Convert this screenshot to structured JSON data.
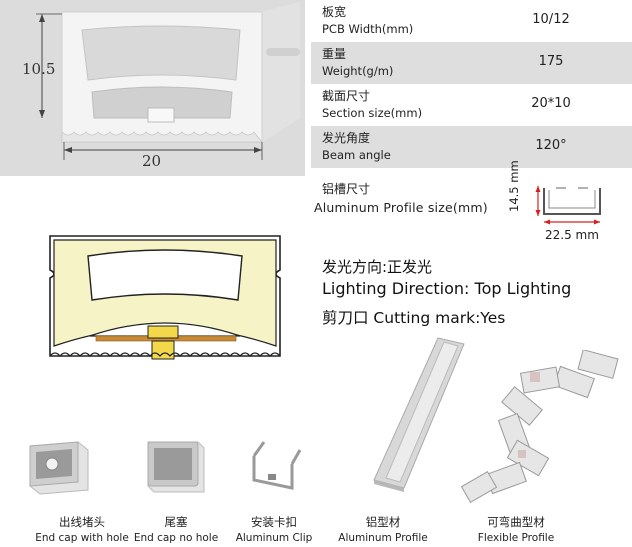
{
  "render": {
    "dim_height": "10.5",
    "dim_width": "20"
  },
  "specs": [
    {
      "cn": "板宽",
      "en": "PCB Width(mm)",
      "value": "10/12",
      "shaded": false
    },
    {
      "cn": "重量",
      "en": "Weight(g/m)",
      "value": "175",
      "shaded": true
    },
    {
      "cn": "截面尺寸",
      "en": "Section size(mm)",
      "value": "20*10",
      "shaded": false
    },
    {
      "cn": "发光角度",
      "en": "Beam angle",
      "value": "120°",
      "shaded": true
    }
  ],
  "aluminum": {
    "cn": "铝槽尺寸",
    "en": "Aluminum Profile size(mm)",
    "dim_height": "14.5 mm",
    "dim_width": "22.5 mm"
  },
  "lighting": {
    "line1": "发光方向:正发光",
    "line2": "Lighting Direction: Top Lighting",
    "line3": "剪刀口 Cutting mark:Yes"
  },
  "accessories": [
    {
      "cn": "出线堵头",
      "en": "End cap with hole"
    },
    {
      "cn": "尾塞",
      "en": "End cap no hole"
    },
    {
      "cn": "安装卡扣",
      "en": "Aluminum Clip"
    },
    {
      "cn": "铝型材",
      "en": "Aluminum Profile"
    },
    {
      "cn": "可弯曲型材",
      "en": "Flexible Profile"
    }
  ],
  "colors": {
    "render_bg": "#dcdcdc",
    "row_shade": "#dedede",
    "glow_fill": "#f6f3c6",
    "chip": "#f3d84a",
    "pcb": "#c98a36",
    "dim_red": "#d62020"
  }
}
